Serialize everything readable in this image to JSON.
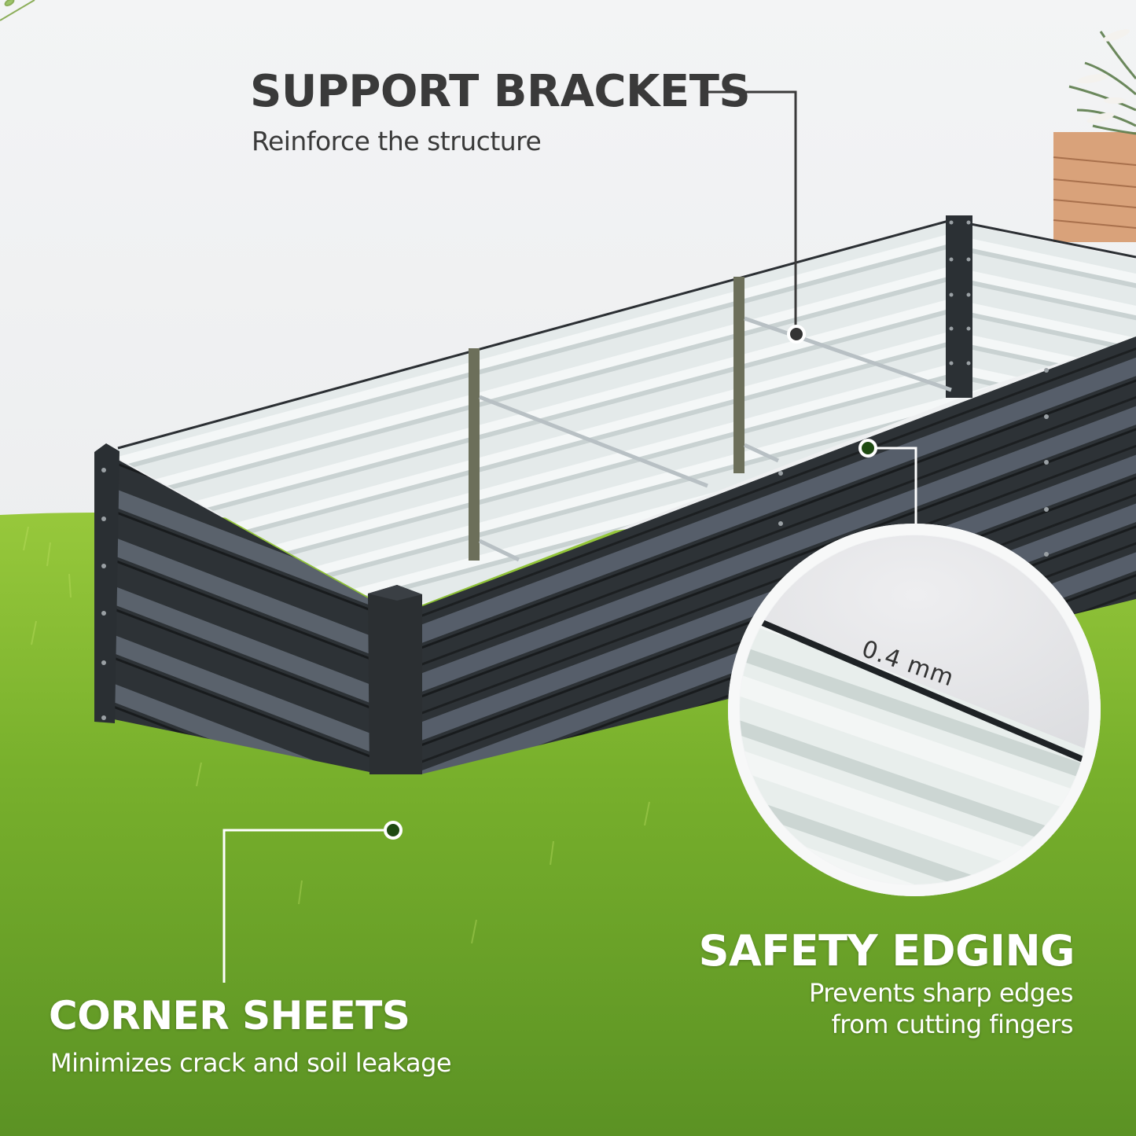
{
  "image_type": "product feature infographic",
  "product": "metal raised garden bed",
  "colors": {
    "wall": "#eef0f1",
    "grass_light": "#8ec63a",
    "grass_dark": "#4f8a1e",
    "bed_exterior": "#2e3438",
    "bed_exterior_highlight": "#5b6470",
    "bed_interior": "#dfe6e6",
    "callout_line_dark": "#3a3a3a",
    "callout_line_light": "#ffffff",
    "dot_dark": "#333333",
    "dot_green": "#1f4a12",
    "planter_wood": "#d9a27a"
  },
  "callouts": {
    "support_brackets": {
      "title": "SUPPORT BRACKETS",
      "subtitle": "Reinforce the structure"
    },
    "corner_sheets": {
      "title": "CORNER SHEETS",
      "subtitle": "Minimizes crack and soil leakage"
    },
    "safety_edging": {
      "title": "SAFETY EDGING",
      "subtitle_line1": "Prevents sharp edges",
      "subtitle_line2": "from cutting fingers"
    }
  },
  "magnifier": {
    "thickness_label": "0.4 mm"
  }
}
